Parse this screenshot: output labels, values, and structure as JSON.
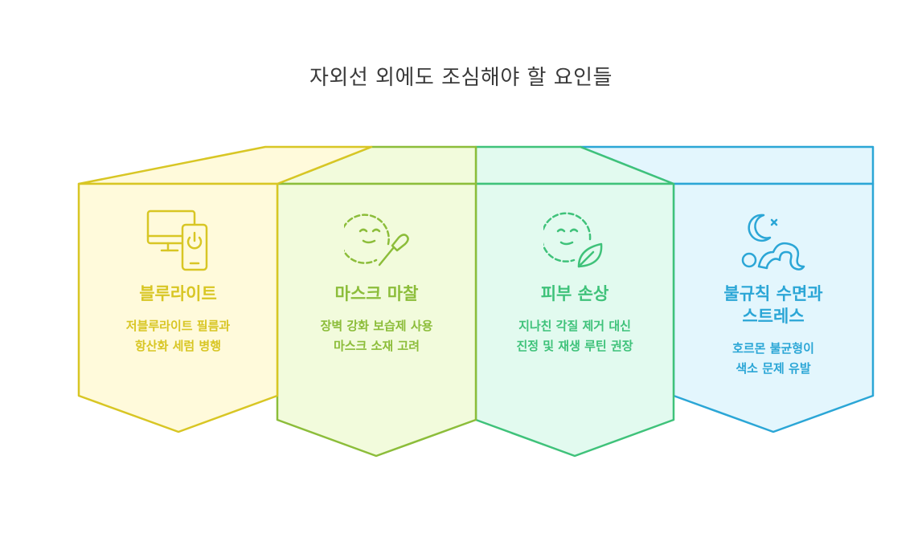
{
  "title": "자외선 외에도 조심해야 할 요인들",
  "panels": [
    {
      "heading": "블루라이트",
      "desc1": "저블루라이트 필름과",
      "desc2": "항산화 세럼 병행",
      "color": "#d8c624",
      "fill": "#fffadb",
      "icon": "monitor-phone-power-icon"
    },
    {
      "heading": "마스크 마찰",
      "desc1": "장벽 강화 보습제 사용",
      "desc2": "마스크 소재 고려",
      "color": "#8cbd3a",
      "fill": "#f2fbdc",
      "icon": "face-brush-icon"
    },
    {
      "heading": "피부 손상",
      "desc1": "지나친 각질 제거 대신",
      "desc2": "진정 및 재생 루틴 권장",
      "color": "#3fc27a",
      "fill": "#e2faef",
      "icon": "face-leaf-icon"
    },
    {
      "heading1": "불규칙 수면과",
      "heading2": "스트레스",
      "desc1": "호르몬 불균형이",
      "desc2": "색소 문제 유발",
      "color": "#2ba6d6",
      "fill": "#e3f6fd",
      "icon": "moon-sleep-icon"
    }
  ]
}
